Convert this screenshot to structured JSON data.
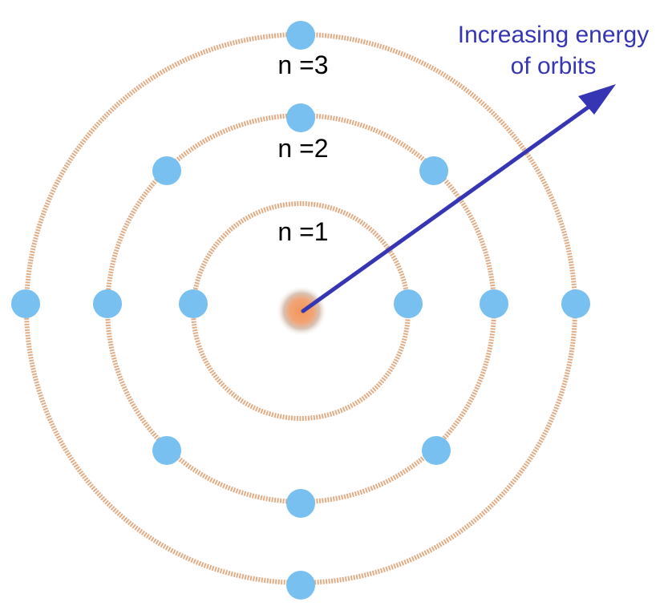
{
  "diagram": {
    "shell_labels": [
      "n =1",
      "n =2",
      "n =3"
    ],
    "arrow_label_line1": "Increasing energy",
    "arrow_label_line2": "of orbits",
    "shells": [
      {
        "n": 1,
        "electron_count": 2
      },
      {
        "n": 2,
        "electron_count": 8
      },
      {
        "n": 3,
        "electron_count": 4
      }
    ]
  },
  "colors": {
    "orbit": "#e0ad86",
    "electron": "#77c0ef",
    "nucleus_core": "#f0955a",
    "nucleus_halo": "#bdbdbd",
    "arrow": "#3636b4",
    "label_text": "#000000"
  },
  "icons": {
    "nucleus": "nucleus-icon",
    "electron": "electron-icon",
    "arrow": "arrow-icon"
  }
}
